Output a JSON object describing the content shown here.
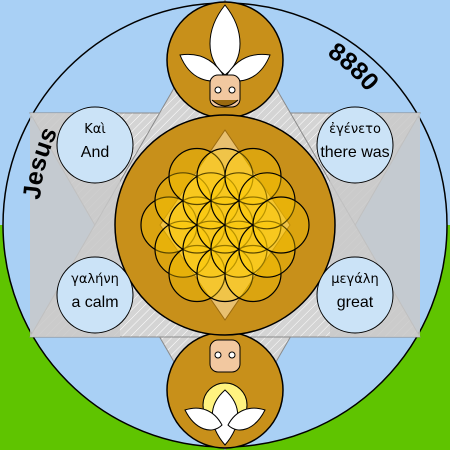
{
  "header": {
    "left_word": "Jesus",
    "right_number": "8880"
  },
  "words": {
    "top_left": {
      "greek": "Καὶ",
      "english": "And"
    },
    "top_right": {
      "greek": "ἐγένετο",
      "english": "there was"
    },
    "bottom_left": {
      "greek": "γαλήνη",
      "english": "a calm"
    },
    "bottom_right": {
      "greek": "μεγάλη",
      "english": "great"
    }
  },
  "colors": {
    "sky_blue": "#a9d0f5",
    "light_blue": "#cbe3f7",
    "grass_green": "#5fc400",
    "star_gray": "#c9c9c9",
    "gold": "#c8901a",
    "gold_dark": "#9a6a10",
    "petal_yellow": "#ffcc00",
    "petal_light": "#ffe680",
    "lattice_tan": "#e8c070",
    "face_skin": "#f2c8a0",
    "halo_yellow": "#fff380"
  }
}
